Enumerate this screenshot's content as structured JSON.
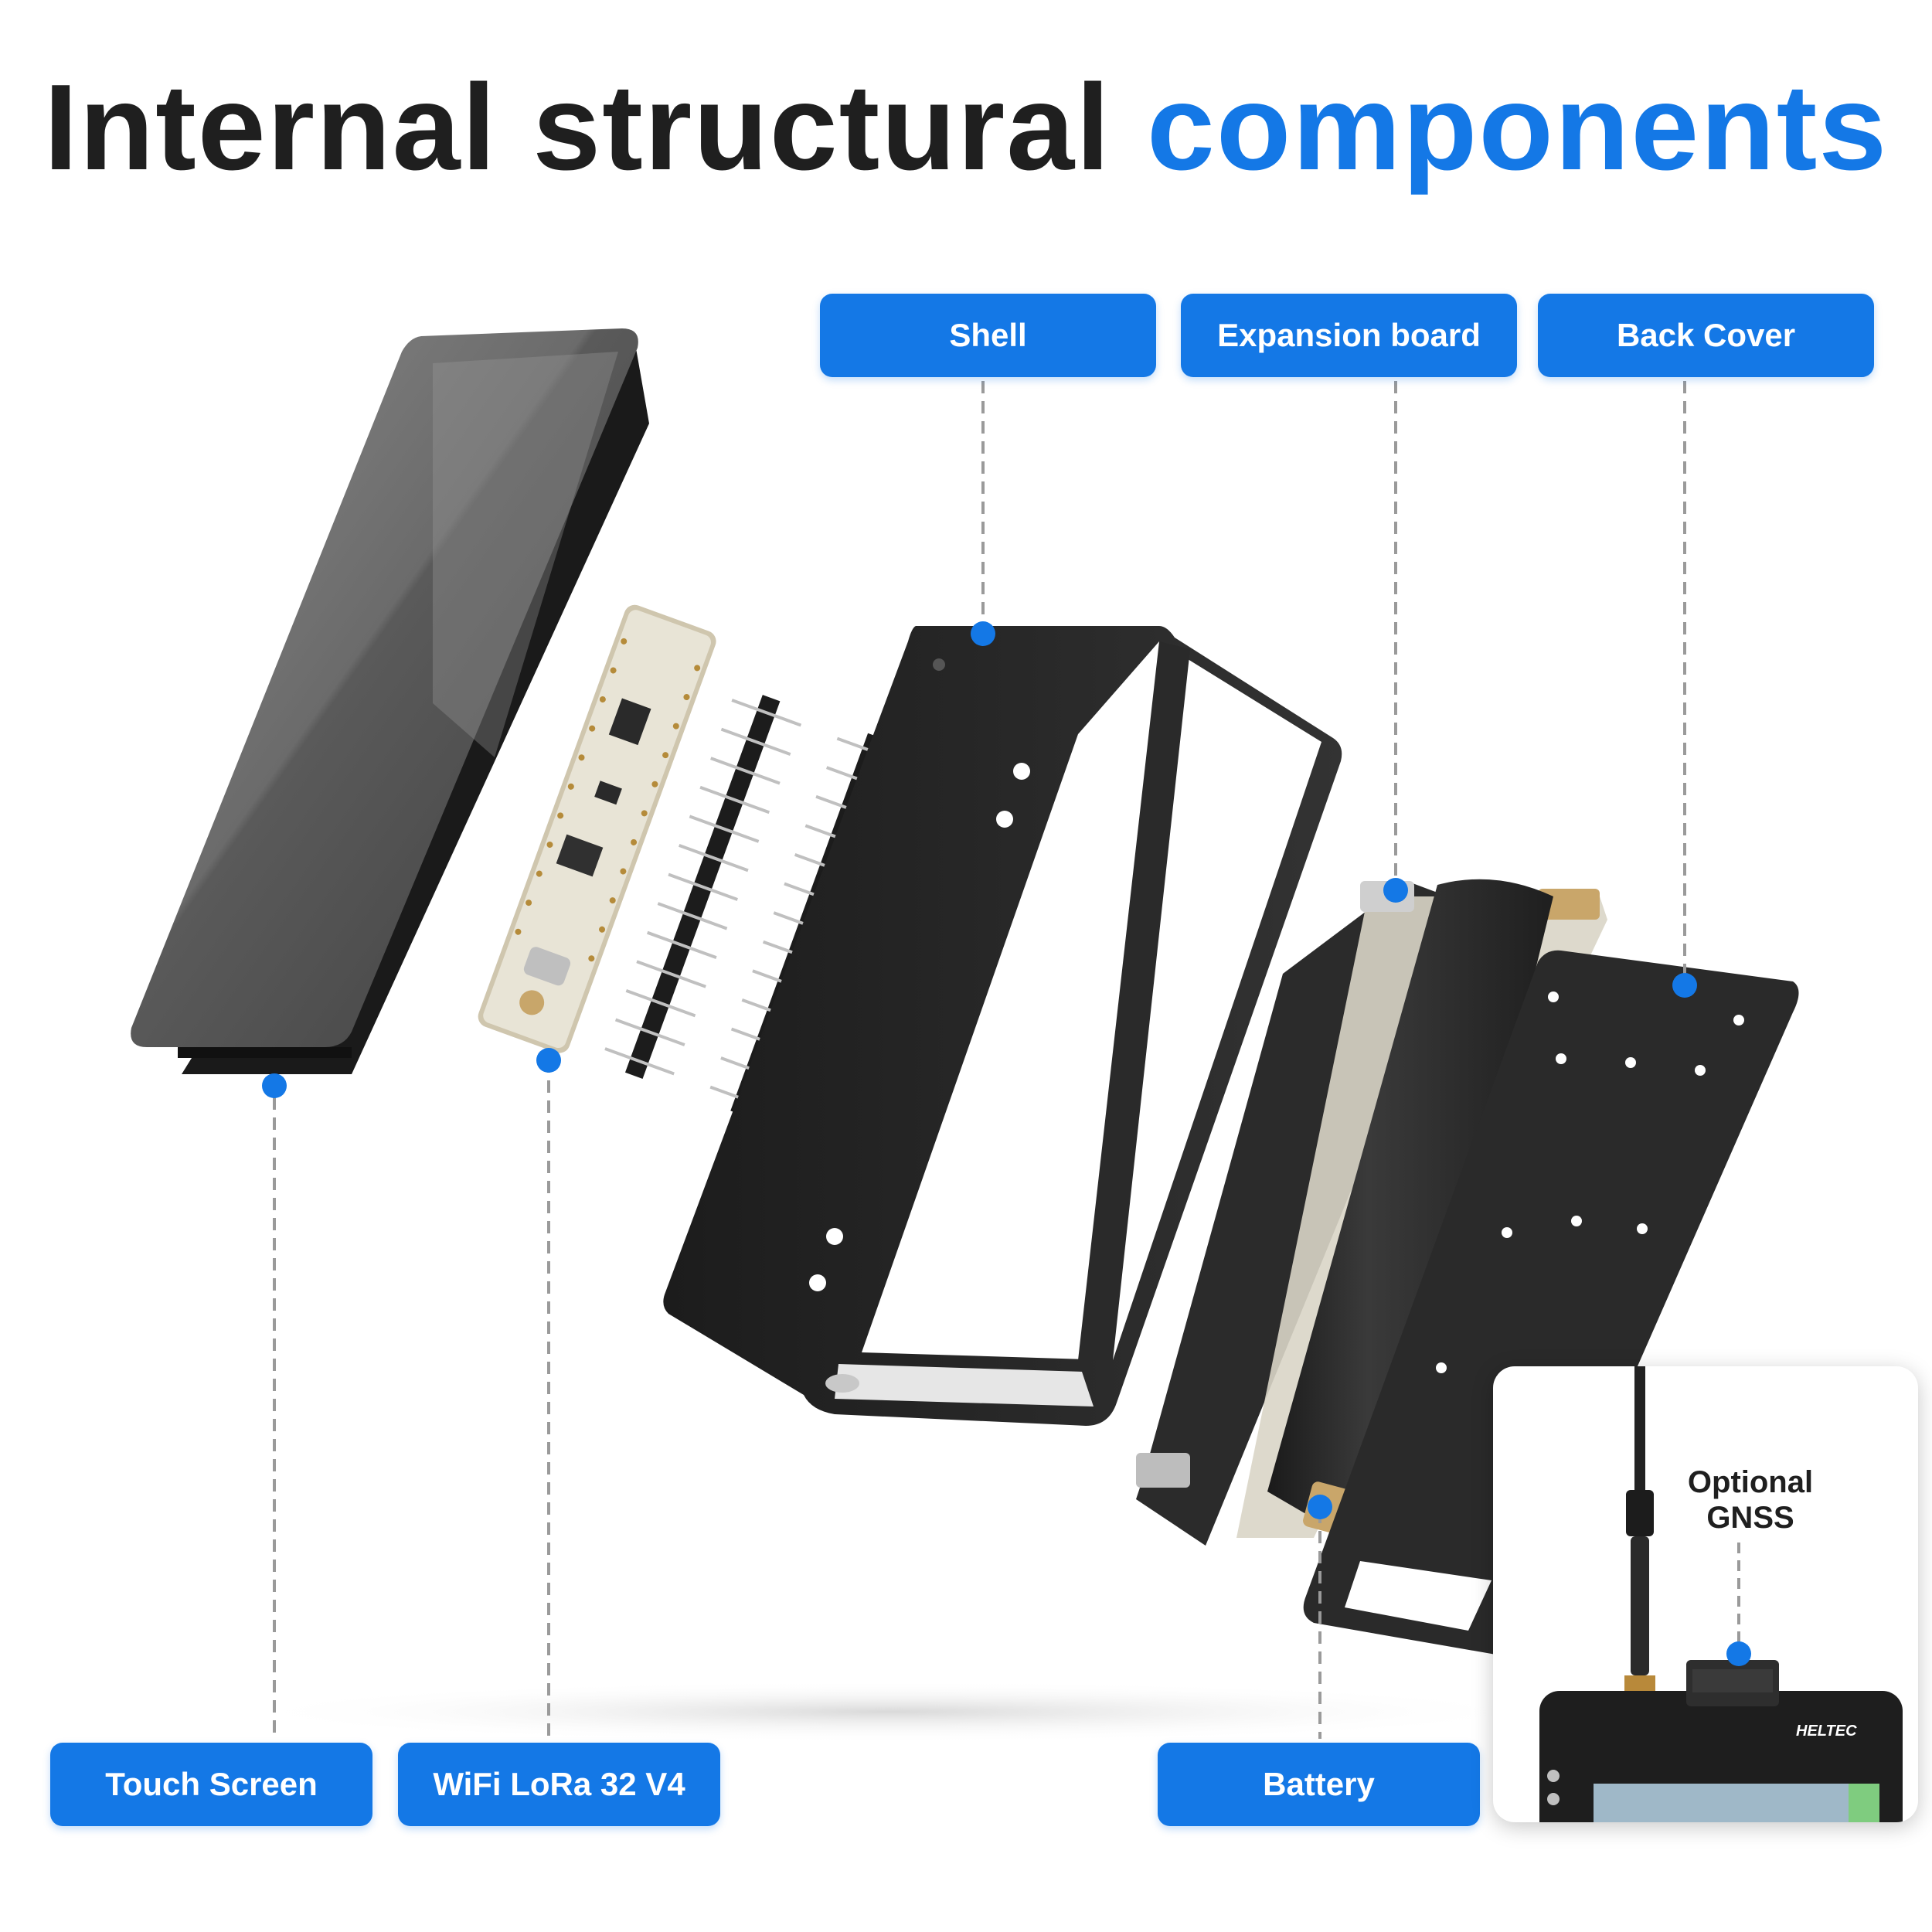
{
  "title": {
    "main": "Internal structural",
    "accent": "components"
  },
  "labels": {
    "shell": "Shell",
    "expansion_board": "Expansion board",
    "back_cover": "Back Cover",
    "touch_screen": "Touch Screen",
    "wifi_lora": "WiFi LoRa 32 V4",
    "battery": "Battery"
  },
  "inset": {
    "label_line1": "Optional",
    "label_line2": "GNSS",
    "brand": "HELTEC"
  },
  "colors": {
    "accent": "#1478e6",
    "text": "#1f1f1f",
    "leader": "#9a9a9a"
  }
}
